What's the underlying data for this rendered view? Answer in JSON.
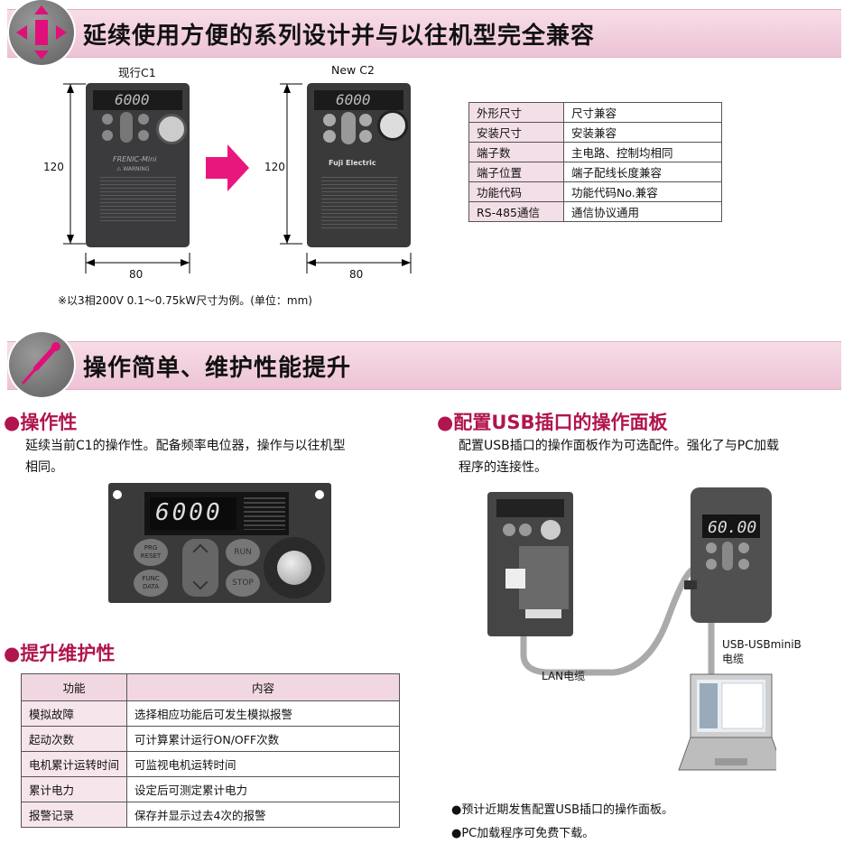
{
  "section1": {
    "title": "延续使用方便的系列设计并与以往机型完全兼容",
    "current_label": "现行C1",
    "new_label": "New C2",
    "height_dim": "120",
    "width_dim": "80",
    "footnote": "※以3相200V 0.1～0.75kW尺寸为例。(单位：mm)",
    "device1_display": "6000",
    "device1_brand": "FRENIC-Mini",
    "device1_warning": "⚠ WARNING",
    "device2_display": "6000",
    "device2_brand": "Fuji Electric",
    "compat_table": [
      {
        "item": "外形尺寸",
        "value": "尺寸兼容"
      },
      {
        "item": "安装尺寸",
        "value": "安装兼容"
      },
      {
        "item": "端子数",
        "value": "主电路、控制均相同"
      },
      {
        "item": "端子位置",
        "value": "端子配线长度兼容"
      },
      {
        "item": "功能代码",
        "value": "功能代码No.兼容"
      },
      {
        "item": "RS-485通信",
        "value": "通信协议通用"
      }
    ]
  },
  "section2": {
    "title": "操作简单、维护性能提升",
    "operability": {
      "heading": "●操作性",
      "text_line1": "延续当前C1的操作性。配备频率电位器，操作与以往机型",
      "text_line2": "相同。",
      "panel_display": "6000",
      "btn_prg": "PRG",
      "btn_reset": "RESET",
      "btn_func": "FUNC",
      "btn_data": "DATA",
      "btn_run": "RUN",
      "btn_stop": "STOP"
    },
    "maintenance": {
      "heading": "●提升维护性",
      "col_function": "功能",
      "col_content": "内容",
      "rows": [
        {
          "function": "模拟故障",
          "content": "选择相应功能后可发生模拟报警"
        },
        {
          "function": "起动次数",
          "content": "可计算累计运行ON/OFF次数"
        },
        {
          "function": "电机累计运转时间",
          "content": "可监视电机运转时间"
        },
        {
          "function": "累计电力",
          "content": "设定后可测定累计电力"
        },
        {
          "function": "报警记录",
          "content": "保存并显示过去4次的报警"
        }
      ]
    },
    "usb_panel": {
      "heading": "●配置USB插口的操作面板",
      "text_line1": "配置USB插口的操作面板作为可选配件。强化了与PC加载",
      "text_line2": "程序的连接性。",
      "panel_display": "60.00",
      "lan_label": "LAN电缆",
      "usb_label_1": "USB-USBminiB",
      "usb_label_2": "电缆",
      "note1": "●预计近期发售配置USB插口的操作面板。",
      "note2": "●PC加载程序可免费下载。"
    }
  }
}
